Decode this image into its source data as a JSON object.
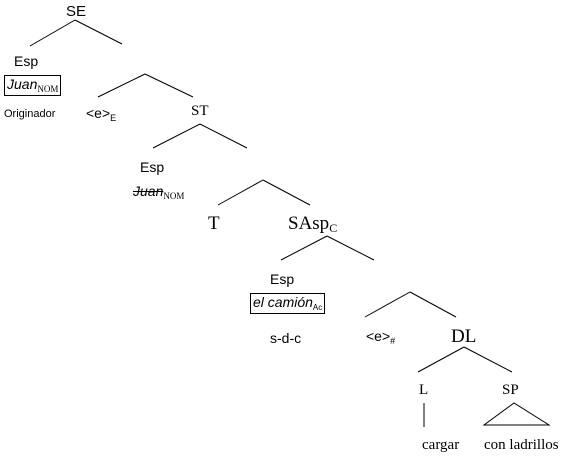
{
  "nodes": {
    "se": "SE",
    "esp1": "Esp",
    "juan1": "Juan",
    "juan1_sub": "NOM",
    "originador": "Originador",
    "e1": "<e>",
    "e1_sub": "E",
    "st": "ST",
    "esp2": "Esp",
    "juan2": "Juan",
    "juan2_sub": "NOM",
    "t": "T",
    "sasp": "SAsp",
    "sasp_sub": "C",
    "esp3": "Esp",
    "camion": "el camión",
    "camion_sub": "Ac",
    "sdc": "s-d-c",
    "e2": "<e>",
    "e2_sub": "#",
    "dl": "DL",
    "l": "L",
    "sp": "SP",
    "cargar": "cargar",
    "ladrillos": "con ladrillos"
  },
  "colors": {
    "ink": "#000000",
    "background": "#ffffff"
  }
}
